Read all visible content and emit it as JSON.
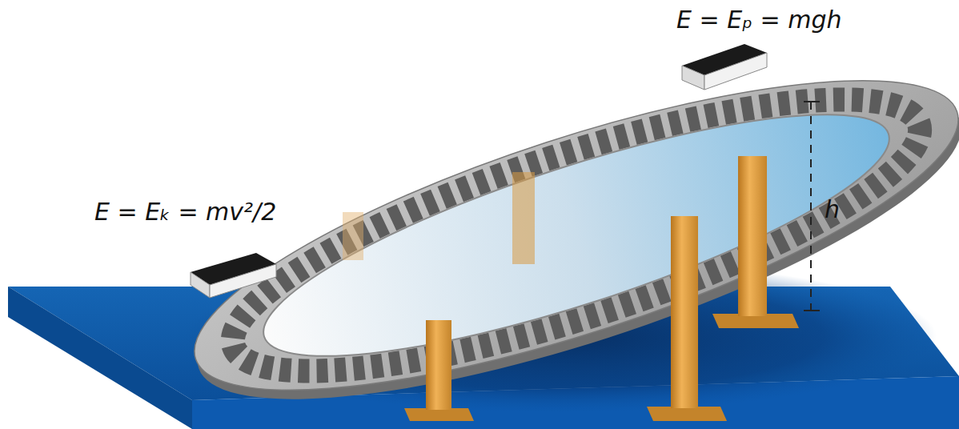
{
  "diagram": {
    "labels": [
      "E = Eₚ = mgh",
      "E = Eₖ = mv²/2",
      "h"
    ]
  }
}
